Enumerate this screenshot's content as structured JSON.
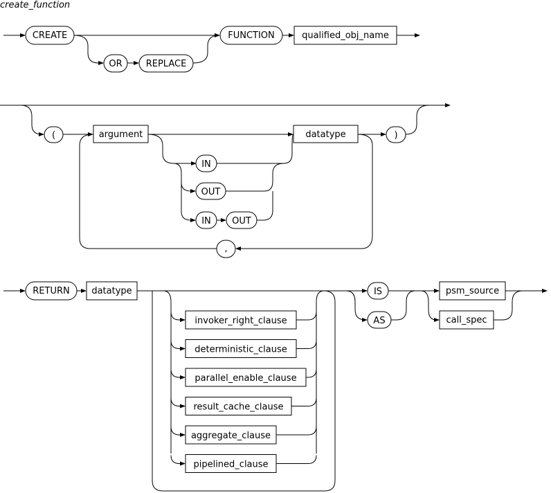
{
  "title": "create_function",
  "row1": {
    "create": "CREATE",
    "or": "OR",
    "replace": "REPLACE",
    "function": "FUNCTION",
    "qualified_obj_name": "qualified_obj_name"
  },
  "row2": {
    "open_paren": "(",
    "argument": "argument",
    "in": "IN",
    "out": "OUT",
    "in2": "IN",
    "out2": "OUT",
    "datatype": "datatype",
    "close_paren": ")",
    "comma": ","
  },
  "row3": {
    "return": "RETURN",
    "datatype": "datatype",
    "clauses": [
      "invoker_right_clause",
      "deterministic_clause",
      "parallel_enable_clause",
      "result_cache_clause",
      "aggregate_clause",
      "pipelined_clause"
    ],
    "is": "IS",
    "as": "AS",
    "psm_source": "psm_source",
    "call_spec": "call_spec"
  }
}
